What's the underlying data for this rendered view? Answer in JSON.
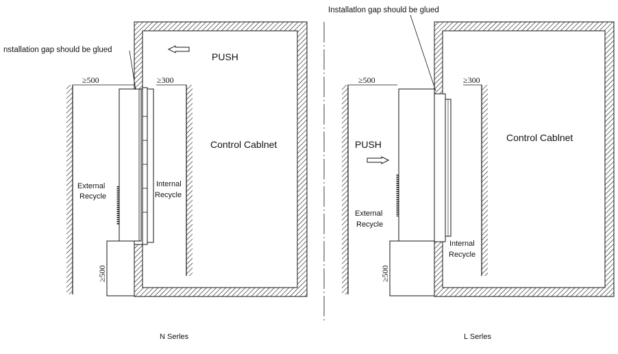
{
  "left_diagram": {
    "note": "nstallation gap should be glued",
    "push": "PUSH",
    "cabinet": "Control Cablnet",
    "dim_top_left": "≥500",
    "dim_top_right": "≥300",
    "dim_bottom": "≥500",
    "external_line1": "External",
    "external_line2": "Recycle",
    "internal_line1": "Internal",
    "internal_line2": "Recycle",
    "caption": "N Serles"
  },
  "right_diagram": {
    "note": "Installatlon gap should be glued",
    "push": "PUSH",
    "cabinet": "Control Cablnet",
    "dim_top_left": "≥500",
    "dim_top_right": "≥300",
    "dim_bottom": "≥500",
    "external_line1": "External",
    "external_line2": "Recycle",
    "internal_line1": "Internal",
    "internal_line2": "Recycle",
    "caption": "L Serles"
  }
}
